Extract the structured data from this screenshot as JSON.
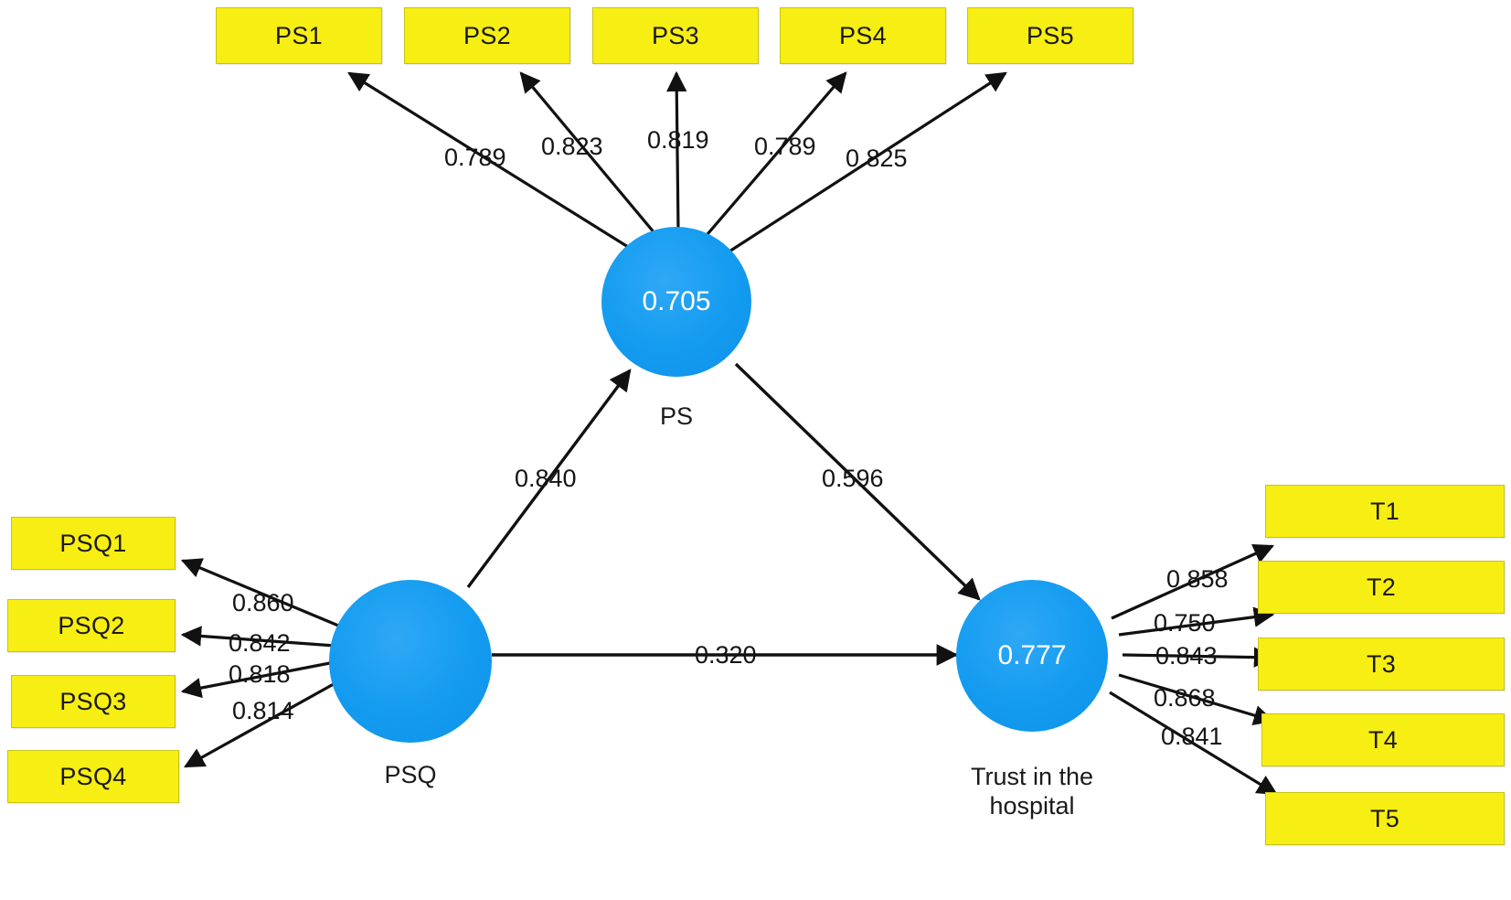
{
  "diagram": {
    "title": "PLS-SEM path model: patient satisfaction, perceived service quality and trust in the hospital",
    "colors": {
      "indicator_fill": "#f7ee14",
      "indicator_border": "#c9c21a",
      "latent_fill": "#149cf0",
      "latent_text": "#ffffff",
      "edge": "#111111",
      "background": "#ffffff"
    }
  },
  "latents": {
    "ps": {
      "value": "0.705",
      "label": "PS"
    },
    "psq": {
      "value": "",
      "label": "PSQ"
    },
    "trust": {
      "value": "0.777",
      "label": "Trust in the\nhospital"
    }
  },
  "indicators": {
    "ps": [
      {
        "id": "ps1",
        "label": "PS1",
        "loading": "0.789"
      },
      {
        "id": "ps2",
        "label": "PS2",
        "loading": "0.823"
      },
      {
        "id": "ps3",
        "label": "PS3",
        "loading": "0.819"
      },
      {
        "id": "ps4",
        "label": "PS4",
        "loading": "0.789"
      },
      {
        "id": "ps5",
        "label": "PS5",
        "loading": "0.825"
      }
    ],
    "psq": [
      {
        "id": "psq1",
        "label": "PSQ1",
        "loading": "0.860"
      },
      {
        "id": "psq2",
        "label": "PSQ2",
        "loading": "0.842"
      },
      {
        "id": "psq3",
        "label": "PSQ3",
        "loading": "0.818"
      },
      {
        "id": "psq4",
        "label": "PSQ4",
        "loading": "0.814"
      }
    ],
    "trust": [
      {
        "id": "t1",
        "label": "T1",
        "loading": "0.858"
      },
      {
        "id": "t2",
        "label": "T2",
        "loading": "0.750"
      },
      {
        "id": "t3",
        "label": "T3",
        "loading": "0.843"
      },
      {
        "id": "t4",
        "label": "T4",
        "loading": "0.868"
      },
      {
        "id": "t5",
        "label": "T5",
        "loading": "0.841"
      }
    ]
  },
  "structural_paths": [
    {
      "id": "psq-ps",
      "from": "PSQ",
      "to": "PS",
      "coefficient": "0.840"
    },
    {
      "id": "ps-trust",
      "from": "PS",
      "to": "Trust in the hospital",
      "coefficient": "0.596"
    },
    {
      "id": "psq-trust",
      "from": "PSQ",
      "to": "Trust in the hospital",
      "coefficient": "0.320"
    }
  ],
  "chart_data": {
    "type": "diagram",
    "subtype": "path-diagram",
    "nodes": [
      {
        "name": "PS",
        "kind": "latent",
        "r_squared": 0.705
      },
      {
        "name": "PSQ",
        "kind": "latent",
        "r_squared": null
      },
      {
        "name": "Trust in the hospital",
        "kind": "latent",
        "r_squared": 0.777
      },
      {
        "name": "PS1",
        "kind": "indicator"
      },
      {
        "name": "PS2",
        "kind": "indicator"
      },
      {
        "name": "PS3",
        "kind": "indicator"
      },
      {
        "name": "PS4",
        "kind": "indicator"
      },
      {
        "name": "PS5",
        "kind": "indicator"
      },
      {
        "name": "PSQ1",
        "kind": "indicator"
      },
      {
        "name": "PSQ2",
        "kind": "indicator"
      },
      {
        "name": "PSQ3",
        "kind": "indicator"
      },
      {
        "name": "PSQ4",
        "kind": "indicator"
      },
      {
        "name": "T1",
        "kind": "indicator"
      },
      {
        "name": "T2",
        "kind": "indicator"
      },
      {
        "name": "T3",
        "kind": "indicator"
      },
      {
        "name": "T4",
        "kind": "indicator"
      },
      {
        "name": "T5",
        "kind": "indicator"
      }
    ],
    "edges": [
      {
        "from": "PS",
        "to": "PS1",
        "value": 0.789,
        "kind": "loading"
      },
      {
        "from": "PS",
        "to": "PS2",
        "value": 0.823,
        "kind": "loading"
      },
      {
        "from": "PS",
        "to": "PS3",
        "value": 0.819,
        "kind": "loading"
      },
      {
        "from": "PS",
        "to": "PS4",
        "value": 0.789,
        "kind": "loading"
      },
      {
        "from": "PS",
        "to": "PS5",
        "value": 0.825,
        "kind": "loading"
      },
      {
        "from": "PSQ",
        "to": "PSQ1",
        "value": 0.86,
        "kind": "loading"
      },
      {
        "from": "PSQ",
        "to": "PSQ2",
        "value": 0.842,
        "kind": "loading"
      },
      {
        "from": "PSQ",
        "to": "PSQ3",
        "value": 0.818,
        "kind": "loading"
      },
      {
        "from": "PSQ",
        "to": "PSQ4",
        "value": 0.814,
        "kind": "loading"
      },
      {
        "from": "Trust in the hospital",
        "to": "T1",
        "value": 0.858,
        "kind": "loading"
      },
      {
        "from": "Trust in the hospital",
        "to": "T2",
        "value": 0.75,
        "kind": "loading"
      },
      {
        "from": "Trust in the hospital",
        "to": "T3",
        "value": 0.843,
        "kind": "loading"
      },
      {
        "from": "Trust in the hospital",
        "to": "T4",
        "value": 0.868,
        "kind": "loading"
      },
      {
        "from": "Trust in the hospital",
        "to": "T5",
        "value": 0.841,
        "kind": "loading"
      },
      {
        "from": "PSQ",
        "to": "PS",
        "value": 0.84,
        "kind": "structural"
      },
      {
        "from": "PS",
        "to": "Trust in the hospital",
        "value": 0.596,
        "kind": "structural"
      },
      {
        "from": "PSQ",
        "to": "Trust in the hospital",
        "value": 0.32,
        "kind": "structural"
      }
    ]
  }
}
